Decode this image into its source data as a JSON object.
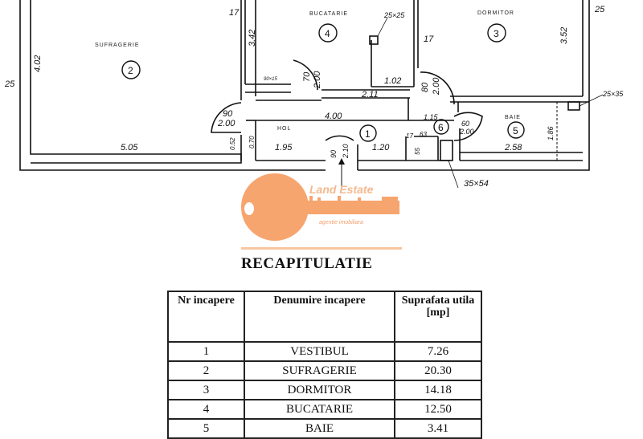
{
  "plan": {
    "rooms": [
      {
        "nr": "1",
        "name": "HOL"
      },
      {
        "nr": "2",
        "name": "SUFRAGERIE"
      },
      {
        "nr": "3",
        "name": "DORMITOR"
      },
      {
        "nr": "4",
        "name": "BUCATARIE"
      },
      {
        "nr": "5",
        "name": "BAIE"
      },
      {
        "nr": "6",
        "name": ""
      }
    ],
    "dimensions": {
      "suf_width": "5.05",
      "suf_height": "4.02",
      "ext_wall_left": "25",
      "wall_17a": "17",
      "wall_17b": "17",
      "inner_3_42": "3.42",
      "duct_90x15": "90×15",
      "door_suf": "90",
      "door_suf_h": "2.00",
      "v_0_52": "0.52",
      "v_0_70": "0.70",
      "hol_1_95": "1.95",
      "door_kit": "70",
      "door_kit_h": "2.00",
      "hol_4_00": "4.00",
      "kit_2_11": "2.11",
      "kit_1_02": "1.02",
      "vent_25x25": "25×25",
      "door_dorm": "80",
      "door_dorm_h": "2.00",
      "hol_1_15": "1.15",
      "door_wc": "60",
      "door_wc_h": "2.00",
      "hol_1_20": "1.20",
      "entry_door": "90",
      "entry_door_h": "2.10",
      "v_17": "17",
      "v_0_63": "63",
      "v_0_55": "55",
      "baie_2_58": "2.58",
      "baie_1_86": "1.86",
      "dorm_3_52": "3.52",
      "ext_wall_right": "25",
      "vent_25x35": "25×35",
      "duct_35x54": "35×54"
    }
  },
  "logo": {
    "brand": "Land Estate",
    "tagline": "agentie imobiliara",
    "color": "#f7a56e"
  },
  "recap": {
    "title": "RECAPITULATIE",
    "headers": [
      "Nr incapere",
      "Denumire incapere",
      "Suprafata utila [mp]"
    ],
    "rows": [
      {
        "nr": "1",
        "name": "VESTIBUL",
        "area": "7.26"
      },
      {
        "nr": "2",
        "name": "SUFRAGERIE",
        "area": "20.30"
      },
      {
        "nr": "3",
        "name": "DORMITOR",
        "area": "14.18"
      },
      {
        "nr": "4",
        "name": "BUCATARIE",
        "area": "12.50"
      },
      {
        "nr": "5",
        "name": "BAIE",
        "area": "3.41"
      }
    ]
  }
}
